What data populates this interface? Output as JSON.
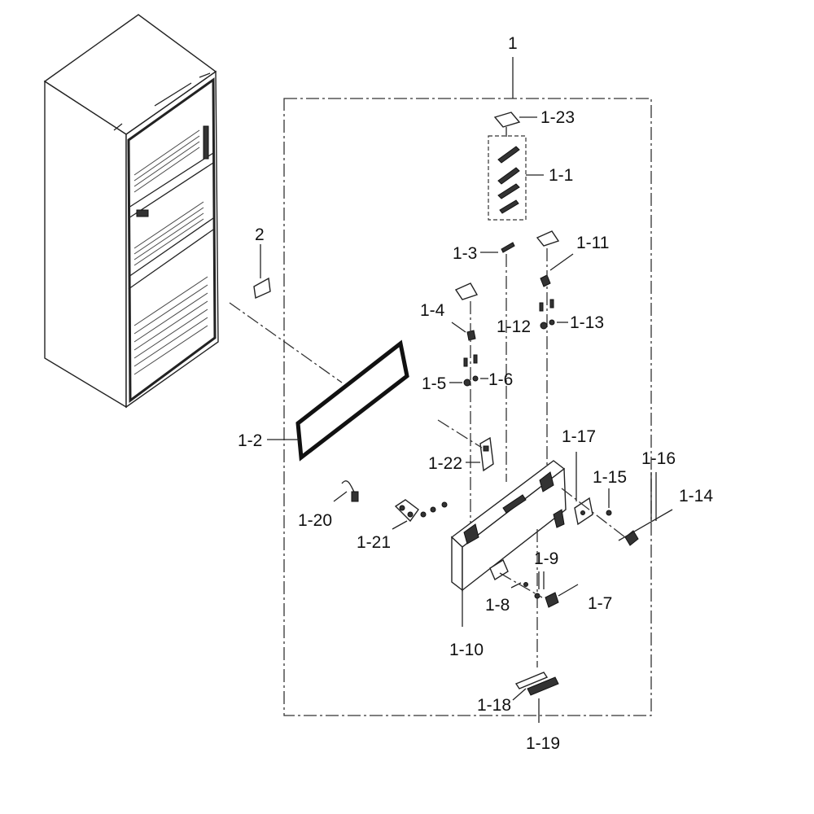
{
  "labels": {
    "l1": "1",
    "l2": "2",
    "l1_1": "1-1",
    "l1_2": "1-2",
    "l1_3": "1-3",
    "l1_4": "1-4",
    "l1_5": "1-5",
    "l1_6": "1-6",
    "l1_7": "1-7",
    "l1_8": "1-8",
    "l1_9": "1-9",
    "l1_10": "1-10",
    "l1_11": "1-11",
    "l1_12": "1-12",
    "l1_13": "1-13",
    "l1_14": "1-14",
    "l1_15": "1-15",
    "l1_16": "1-16",
    "l1_17": "1-17",
    "l1_18": "1-18",
    "l1_19": "1-19",
    "l1_20": "1-20",
    "l1_21": "1-21",
    "l1_22": "1-22",
    "l1_23": "1-23"
  }
}
